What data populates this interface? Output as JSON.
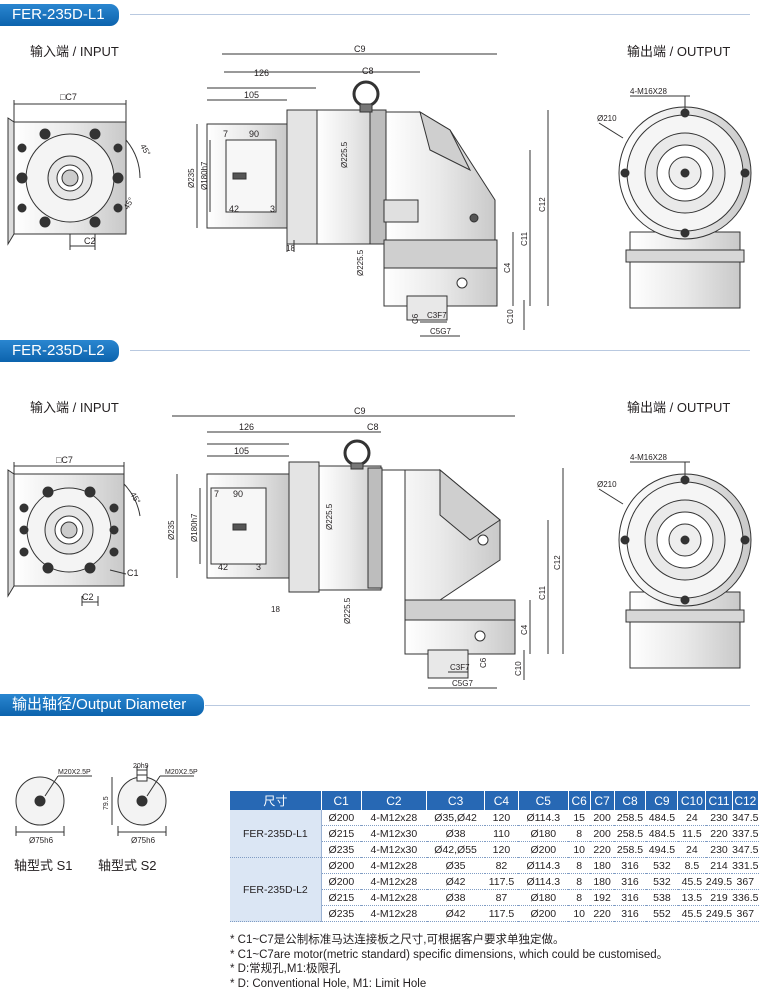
{
  "sections": {
    "l1_title": "FER-235D-L1",
    "l2_title": "FER-235D-L2",
    "output_title": "输出轴径/Output Diameter"
  },
  "labels": {
    "input": "输入端 / INPUT",
    "output": "输出端 / OUTPUT",
    "shaft_s1": "轴型式 S1",
    "shaft_s2": "轴型式 S2"
  },
  "drawing_l1": {
    "c7": "□C7",
    "c9": "C9",
    "c8": "C8",
    "d126": "126",
    "d105": "105",
    "d7": "7",
    "d90": "90",
    "d42": "42",
    "d3": "3",
    "d18": "18",
    "d235": "Ø235",
    "d180": "Ø180h7",
    "d2255a": "Ø225.5",
    "d2255b": "Ø225.5",
    "c12": "C12",
    "c11": "C11",
    "c4": "C4",
    "c10": "C10",
    "c6": "C6",
    "c3f7": "C3F7",
    "c5g7": "C5G7",
    "c2": "C2",
    "deg45a": "45°",
    "deg45b": "45°",
    "m16": "4-M16X28",
    "d210": "Ø210"
  },
  "drawing_l2": {
    "c7": "□C7",
    "c9": "C9",
    "c8": "C8",
    "d126": "126",
    "d105": "105",
    "d7": "7",
    "d90": "90",
    "d42": "42",
    "d3": "3",
    "d18": "18",
    "d235": "Ø235",
    "d180": "Ø180h7",
    "d2255a": "Ø225.5",
    "d2255b": "Ø225.5",
    "c12": "C12",
    "c11": "C11",
    "c4": "C4",
    "c10": "C10",
    "c6": "C6",
    "c3f7": "C3F7",
    "c5g7": "C5G7",
    "c2": "C2",
    "c1": "C1",
    "deg45": "45°",
    "m16": "4-M16X28",
    "d210": "Ø210"
  },
  "shafts": {
    "s1_key": "M20X2.5P",
    "s1_dia": "Ø75h6",
    "s2_key": "M20X2.5P",
    "s2_width": "20h9",
    "s2_depth": "79.5",
    "s2_dia": "Ø75h6"
  },
  "table": {
    "headers": [
      "尺寸",
      "C1",
      "C2",
      "C3",
      "C4",
      "C5",
      "C6",
      "C7",
      "C8",
      "C9",
      "C10",
      "C11",
      "C12"
    ],
    "groups": [
      {
        "model": "FER-235D-L1",
        "rows": [
          [
            "Ø200",
            "4-M12x28",
            "Ø35,Ø42",
            "120",
            "Ø114.3",
            "15",
            "200",
            "258.5",
            "484.5",
            "24",
            "230",
            "347.5"
          ],
          [
            "Ø215",
            "4-M12x30",
            "Ø38",
            "110",
            "Ø180",
            "8",
            "200",
            "258.5",
            "484.5",
            "11.5",
            "220",
            "337.5"
          ],
          [
            "Ø235",
            "4-M12x30",
            "Ø42,Ø55",
            "120",
            "Ø200",
            "10",
            "220",
            "258.5",
            "494.5",
            "24",
            "230",
            "347.5"
          ]
        ]
      },
      {
        "model": "FER-235D-L2",
        "rows": [
          [
            "Ø200",
            "4-M12x28",
            "Ø35",
            "82",
            "Ø114.3",
            "8",
            "180",
            "316",
            "532",
            "8.5",
            "214",
            "331.5"
          ],
          [
            "Ø200",
            "4-M12x28",
            "Ø42",
            "117.5",
            "Ø114.3",
            "8",
            "180",
            "316",
            "532",
            "45.5",
            "249.5",
            "367"
          ],
          [
            "Ø215",
            "4-M12x28",
            "Ø38",
            "87",
            "Ø180",
            "8",
            "192",
            "316",
            "538",
            "13.5",
            "219",
            "336.5"
          ],
          [
            "Ø235",
            "4-M12x28",
            "Ø42",
            "117.5",
            "Ø200",
            "10",
            "220",
            "316",
            "552",
            "45.5",
            "249.5",
            "367"
          ]
        ]
      }
    ]
  },
  "notes": [
    "* C1~C7是公制标准马达连接板之尺寸,可根据客户要求单独定做。",
    "* C1~C7are motor(metric standard)  specific dimensions, which could be customised。",
    "* D:常规孔,M1:极限孔",
    "* D: Conventional Hole, M1: Limit Hole"
  ],
  "colors": {
    "tab": "#0c63ad",
    "table_header": "#2768b4",
    "model_cell": "#dbe6f4"
  }
}
